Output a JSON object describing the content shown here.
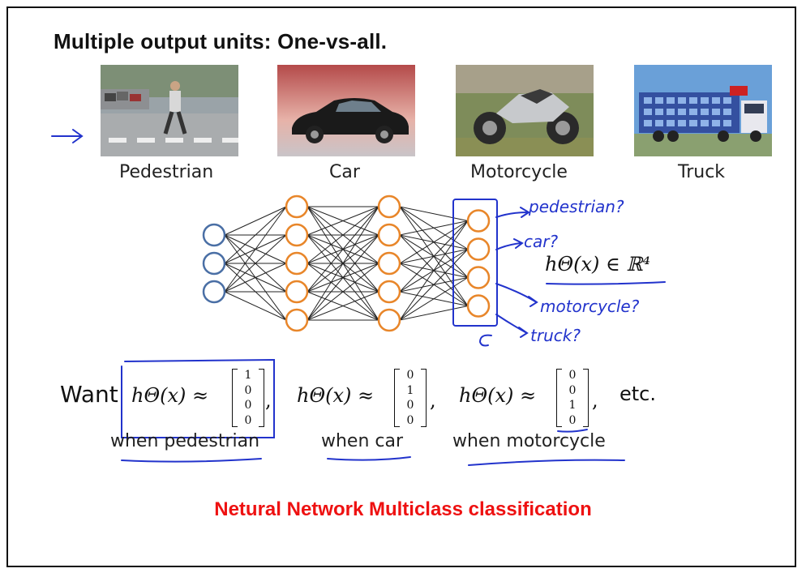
{
  "title": "Multiple output units: One-vs-all.",
  "images": [
    {
      "label": "Pedestrian"
    },
    {
      "label": "Car"
    },
    {
      "label": "Motorcycle"
    },
    {
      "label": "Truck"
    }
  ],
  "network": {
    "layers": [
      3,
      5,
      5,
      4
    ],
    "input_color": "#4a6fa5",
    "hidden_color": "#e8862a"
  },
  "handwriting": {
    "outputs": [
      "pedestrian?",
      "car?",
      "motorcycle?",
      "truck?"
    ],
    "color": "#2233cc"
  },
  "formula": "hΘ(x) ∈ ℝ⁴",
  "want": {
    "label": "Want",
    "hyp": "hΘ(x) ≈",
    "vectors": [
      [
        "1",
        "0",
        "0",
        "0"
      ],
      [
        "0",
        "1",
        "0",
        "0"
      ],
      [
        "0",
        "0",
        "1",
        "0"
      ]
    ],
    "whens": [
      "when pedestrian",
      "when car",
      "when motorcycle"
    ],
    "etc": "etc."
  },
  "subtitle": "Netural Network Multiclass classification",
  "colors": {
    "accent": "#ee1111",
    "ink": "#2233cc"
  }
}
